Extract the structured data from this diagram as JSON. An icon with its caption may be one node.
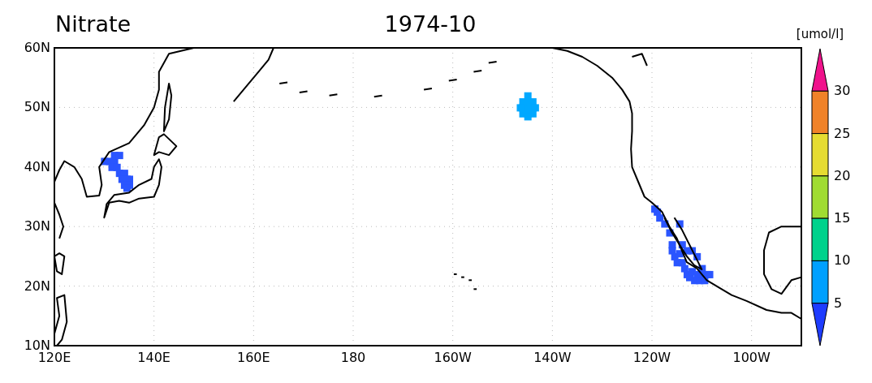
{
  "diagram": {
    "title": "Nitrate",
    "labels": [
      "1974-10",
      "[umol/l]",
      "60N",
      "50N",
      "40N",
      "30N",
      "20N",
      "10N",
      "120E",
      "140E",
      "160E",
      "180",
      "160W",
      "140W",
      "120W",
      "100W",
      "30",
      "25",
      "20",
      "15",
      "10",
      "5"
    ]
  }
}
